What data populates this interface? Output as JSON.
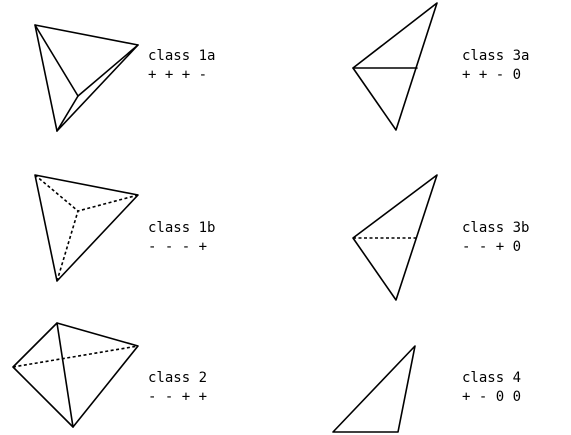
{
  "diagram": {
    "classes": [
      {
        "name": "class 1a",
        "signs": "+ + + -"
      },
      {
        "name": "class 1b",
        "signs": "- - - +"
      },
      {
        "name": "class 2",
        "signs": "- - + +"
      },
      {
        "name": "class 3a",
        "signs": "+ + - 0"
      },
      {
        "name": "class 3b",
        "signs": "- - + 0"
      },
      {
        "name": "class 4",
        "signs": "+ - 0 0"
      }
    ]
  }
}
